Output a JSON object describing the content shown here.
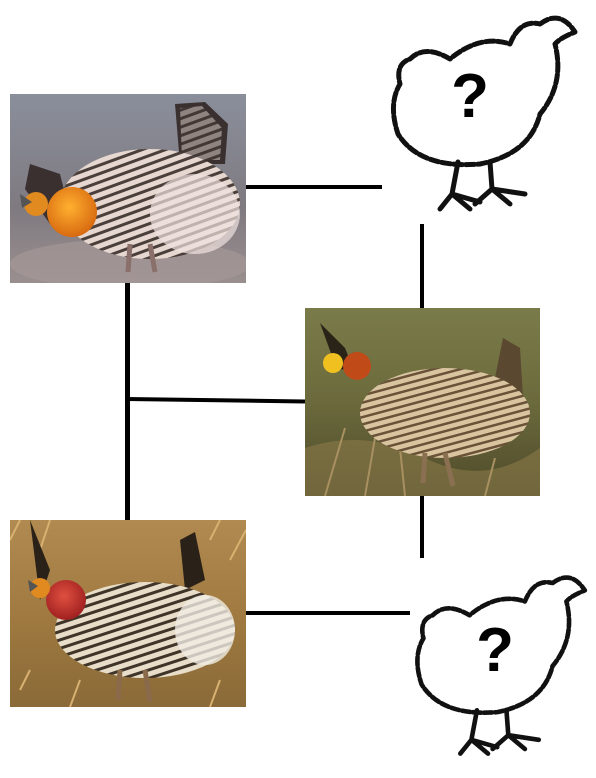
{
  "chicks": {
    "top": {
      "label": "?",
      "icon": "chick-outline-icon"
    },
    "bottom": {
      "label": "?",
      "icon": "chick-outline-icon"
    }
  },
  "birds": [
    {
      "id": "top-left",
      "icon": "prairie-chicken-orange-air-sac"
    },
    {
      "id": "middle-right",
      "icon": "prairie-chicken-yellow-orange-air-sac"
    },
    {
      "id": "bottom-left",
      "icon": "prairie-chicken-red-air-sac"
    }
  ]
}
